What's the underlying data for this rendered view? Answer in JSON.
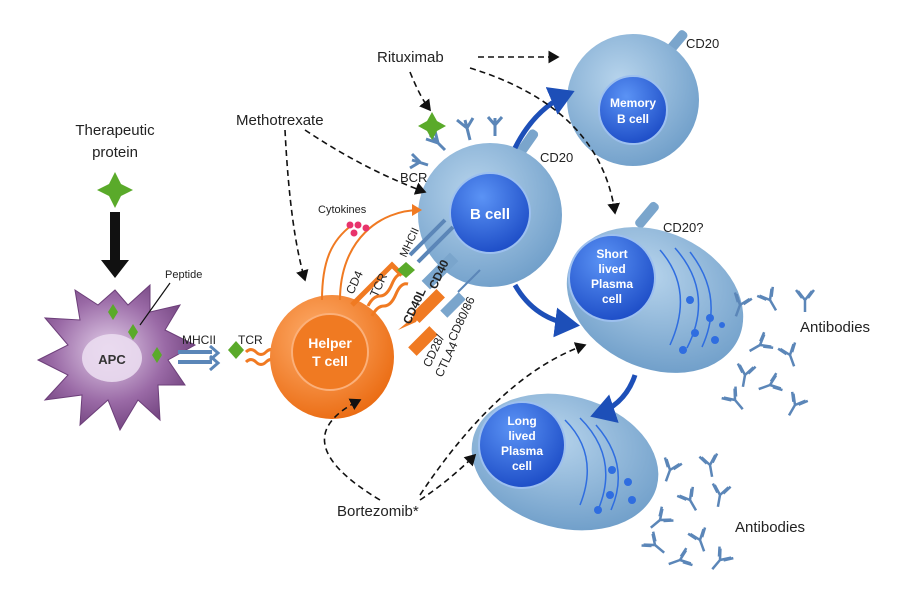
{
  "drugs": {
    "therapeutic_protein_line1": "Therapeutic",
    "therapeutic_protein_line2": "protein",
    "methotrexate": "Methotrexate",
    "rituximab": "Rituximab",
    "bortezomib": "Bortezomib*"
  },
  "cells": {
    "apc": "APC",
    "helper_t_line1": "Helper",
    "helper_t_line2": "T cell",
    "b_cell": "B cell",
    "memory_line1": "Memory",
    "memory_line2": "B cell",
    "short_line1": "Short",
    "short_line2": "lived",
    "short_line3": "Plasma",
    "short_line4": "cell",
    "long_line1": "Long",
    "long_line2": "lived",
    "long_line3": "Plasma",
    "long_line4": "cell"
  },
  "labels": {
    "peptide": "Peptide",
    "mhcii_apc": "MHCII",
    "tcr_apc": "TCR",
    "cytokines": "Cytokines",
    "cd4": "CD4",
    "tcr_b": "TCR",
    "mhcii_b": "MHCII",
    "cd40": "CD40",
    "cd40l": "CD40L",
    "cd80_86": "CD80/86",
    "cd28_line1": "CD28/",
    "cd28_line2": "CTLA4",
    "bcr": "BCR",
    "cd20_b": "CD20",
    "cd20_memory": "CD20",
    "cd20_short": "CD20?",
    "antibodies_1": "Antibodies",
    "antibodies_2": "Antibodies"
  },
  "colors": {
    "apc": "#8a5a96",
    "t_cell": "#f07a22",
    "b_cell_outer": "#8fb8da",
    "b_cell_inner": "#2f6de0",
    "peptide": "#5aaa2a",
    "antibody": "#5b86b8"
  }
}
